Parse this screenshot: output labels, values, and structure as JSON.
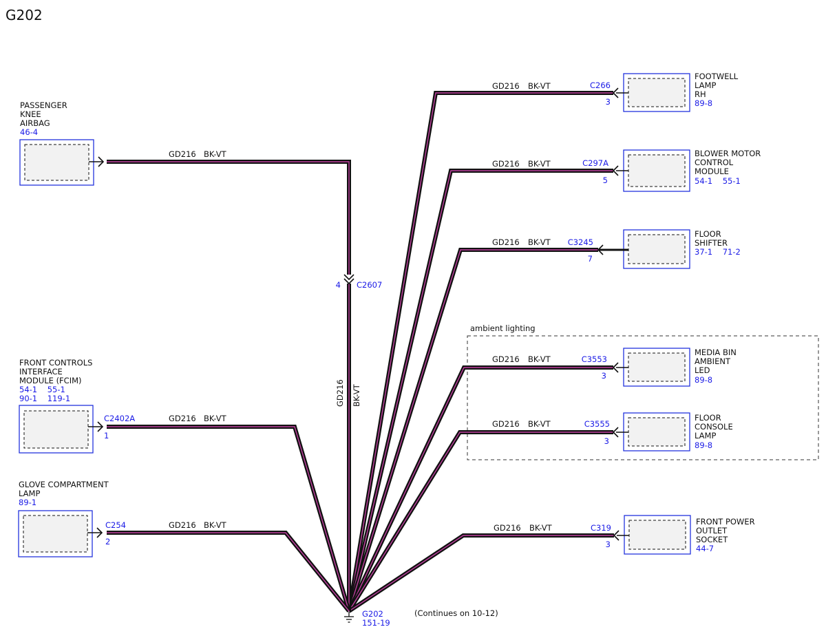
{
  "page_title": "G202",
  "colors": {
    "wire_outer": "#111111",
    "wire_stripe": "#c040a0",
    "component_border": "#2233dd",
    "component_fill": "#f2f2f2",
    "reference_text": "#1a1ae6"
  },
  "ambient_group_label": "ambient lighting",
  "inline_connector": {
    "id": "C2607",
    "pin": "4",
    "circuit": "GD216",
    "color": "BK-VT"
  },
  "ground": {
    "id": "G202",
    "ref": "151-19",
    "note": "(Continues on 10-12)"
  },
  "components": [
    {
      "key": "footwell",
      "name_lines": [
        "FOOTWELL",
        "LAMP",
        "RH"
      ],
      "refs": "89-8",
      "connector": "C266",
      "pin": "3",
      "circuit": "GD216",
      "wire_color": "BK-VT"
    },
    {
      "key": "blower",
      "name_lines": [
        "BLOWER MOTOR",
        "CONTROL",
        "MODULE"
      ],
      "refs": "54-1    55-1",
      "connector": "C297A",
      "pin": "5",
      "circuit": "GD216",
      "wire_color": "BK-VT"
    },
    {
      "key": "floor-shifter",
      "name_lines": [
        "FLOOR",
        "SHIFTER"
      ],
      "refs": "37-1    71-2",
      "connector": "C3245",
      "pin": "7",
      "circuit": "GD216",
      "wire_color": "BK-VT"
    },
    {
      "key": "media-bin",
      "name_lines": [
        "MEDIA BIN",
        "AMBIENT",
        "LED"
      ],
      "refs": "89-8",
      "connector": "C3553",
      "pin": "3",
      "circuit": "GD216",
      "wire_color": "BK-VT"
    },
    {
      "key": "floor-console",
      "name_lines": [
        "FLOOR",
        "CONSOLE",
        "LAMP"
      ],
      "refs": "89-8",
      "connector": "C3555",
      "pin": "3",
      "circuit": "GD216",
      "wire_color": "BK-VT"
    },
    {
      "key": "power-outlet",
      "name_lines": [
        "FRONT POWER",
        "OUTLET",
        "SOCKET"
      ],
      "refs": "44-7",
      "connector": "C319",
      "pin": "3",
      "circuit": "GD216",
      "wire_color": "BK-VT"
    },
    {
      "key": "knee-airbag",
      "name_lines": [
        "PASSENGER",
        "KNEE",
        "AIRBAG"
      ],
      "refs": "46-4",
      "connector": "",
      "pin": "",
      "circuit": "GD216",
      "wire_color": "BK-VT"
    },
    {
      "key": "fcim",
      "name_lines": [
        "FRONT CONTROLS",
        "INTERFACE",
        "MODULE (FCIM)"
      ],
      "ref_lines": [
        "54-1    55-1",
        "90-1    119-1"
      ],
      "connector": "C2402A",
      "pin": "1",
      "circuit": "GD216",
      "wire_color": "BK-VT"
    },
    {
      "key": "glove",
      "name_lines": [
        "GLOVE COMPARTMENT",
        "LAMP"
      ],
      "refs": "89-1",
      "connector": "C254",
      "pin": "2",
      "circuit": "GD216",
      "wire_color": "BK-VT"
    }
  ]
}
